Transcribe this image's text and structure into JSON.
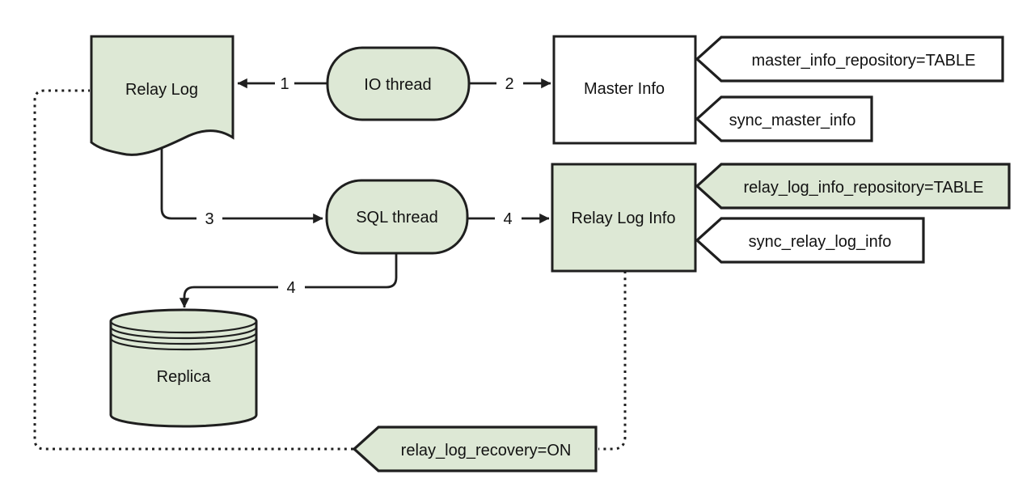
{
  "nodes": {
    "relay_log": {
      "label": "Relay Log",
      "shape": "document",
      "fill": "green"
    },
    "io_thread": {
      "label": "IO thread",
      "shape": "stadium",
      "fill": "green"
    },
    "master_info": {
      "label": "Master Info",
      "shape": "rectangle",
      "fill": "white"
    },
    "sql_thread": {
      "label": "SQL thread",
      "shape": "stadium",
      "fill": "green"
    },
    "relay_log_info": {
      "label": "Relay Log Info",
      "shape": "rectangle",
      "fill": "green"
    },
    "replica": {
      "label": "Replica",
      "shape": "cylinder",
      "fill": "green"
    }
  },
  "banners": {
    "master_info_repository": {
      "label": "master_info_repository=TABLE",
      "fill": "white"
    },
    "sync_master_info": {
      "label": "sync_master_info",
      "fill": "white"
    },
    "relay_log_info_repository": {
      "label": "relay_log_info_repository=TABLE",
      "fill": "green"
    },
    "sync_relay_log_info": {
      "label": "sync_relay_log_info",
      "fill": "white"
    },
    "relay_log_recovery": {
      "label": "relay_log_recovery=ON",
      "fill": "green"
    }
  },
  "edge_labels": {
    "io_to_relay_log": "1",
    "io_to_master_info": "2",
    "relay_log_to_sql_thread": "3",
    "sql_thread_to_relay_log_info": "4",
    "sql_thread_to_replica": "4"
  },
  "colors": {
    "node_fill_green": "#dde8d5",
    "node_fill_white": "#ffffff",
    "stroke": "#1f1f1f",
    "background": "#ffffff"
  }
}
